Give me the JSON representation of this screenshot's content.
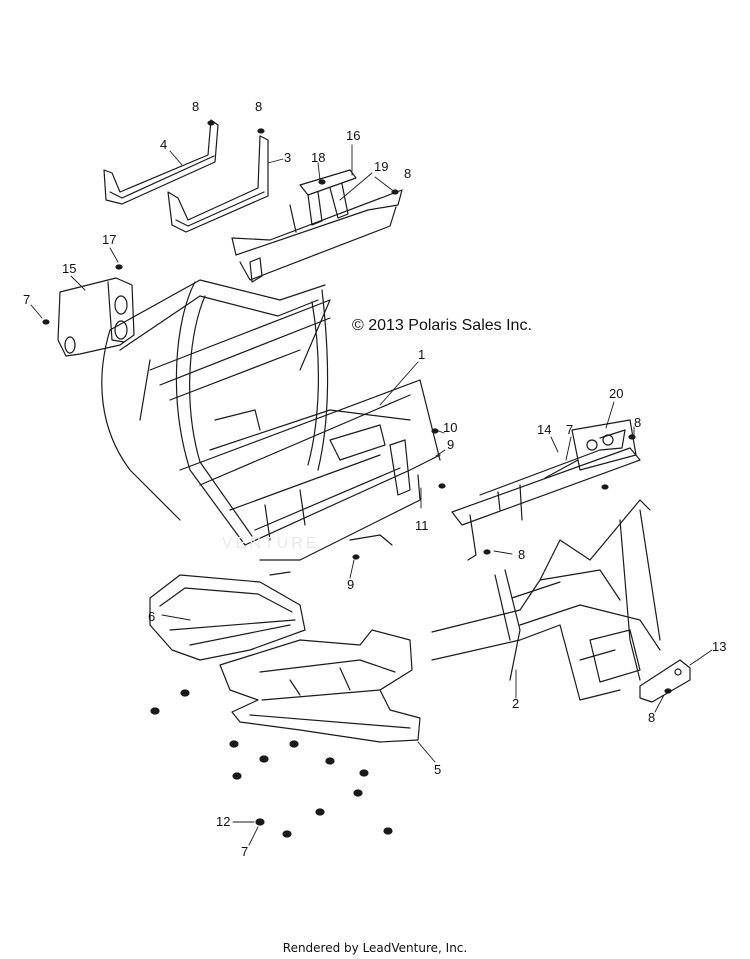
{
  "copyright": "© 2013 Polaris Sales Inc.",
  "footer": "Rendered by LeadVenture, Inc.",
  "watermark": "VENTURE",
  "callouts": [
    "8",
    "8",
    "4",
    "3",
    "16",
    "18",
    "19",
    "8",
    "17",
    "15",
    "7",
    "1",
    "20",
    "10",
    "9",
    "14",
    "7",
    "8",
    "11",
    "8",
    "9",
    "6",
    "13",
    "2",
    "8",
    "5",
    "12",
    "7"
  ],
  "colors": {
    "ink": "#1a1a1a",
    "paper": "#ffffff"
  }
}
